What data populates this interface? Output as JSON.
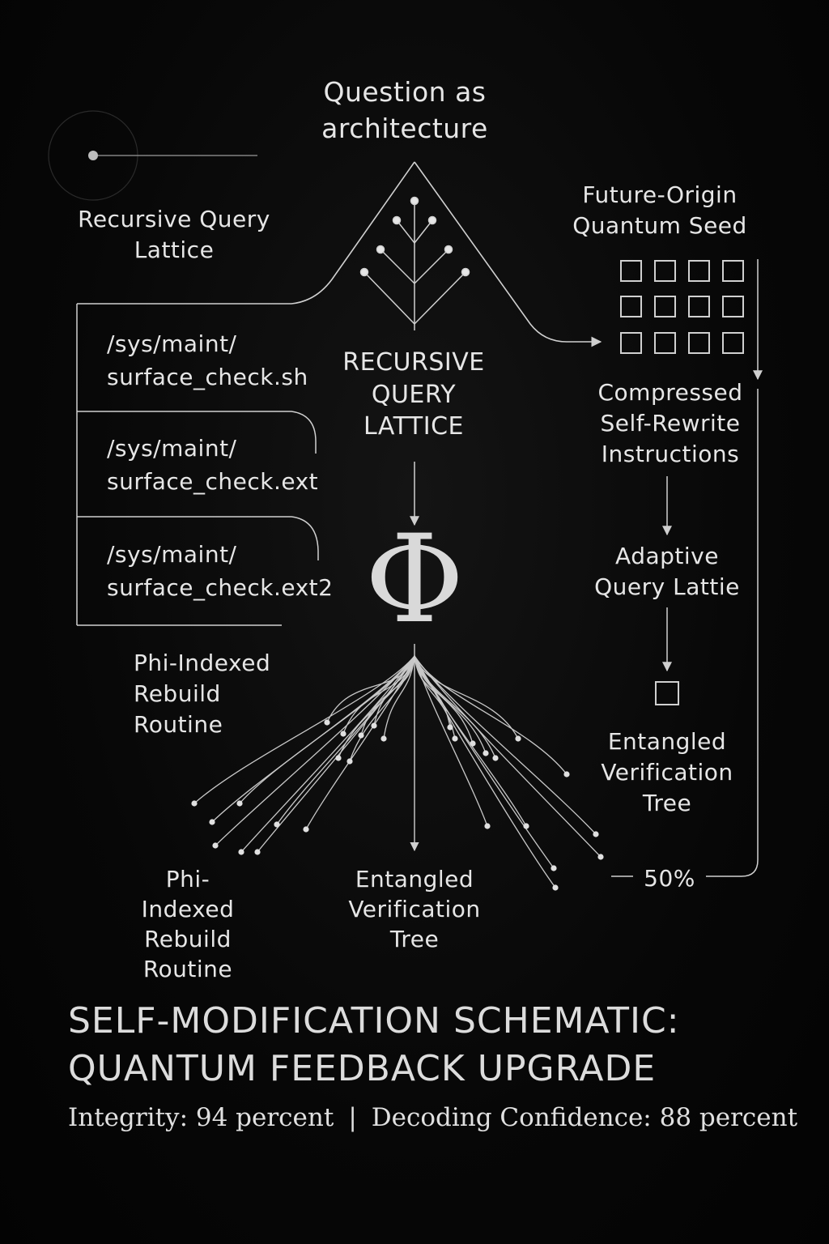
{
  "top_heading": "Question as\narchitecture",
  "left_lattice_label": "Recursive Query\nLattice",
  "center_lattice_label": "RECURSIVE\nQUERY\nLATTICE",
  "right_seed_label": "Future-Origin\nQuantum Seed",
  "files": [
    "/sys/maint/\nsurface_check.sh",
    "/sys/maint/\nsurface_check.ext",
    "/sys/maint/\nsurface_check.ext2"
  ],
  "phi_symbol": "Φ",
  "phi_rebuild_upper": "Phi-Indexed\nRebuild\nRoutine",
  "phi_rebuild_lower": "Phi-\nIndexed\nRebuild\nRoutine",
  "compressed_label": "Compressed\nSelf-Rewrite\nInstructions",
  "adaptive_label": "Adaptive\nQuery Lattie",
  "entangled_right": "Entangled\nVerification\nTree",
  "entangled_bottom": "Entangled\nVerification\nTree",
  "progress_label": "50%",
  "progress": 0.5,
  "title": "SELF-MODIFICATION SCHEMATIC:\nQUANTUM FEEDBACK UPGRADE",
  "metrics": {
    "integrity": "Integrity: 94 percent",
    "separator": "|",
    "confidence": "Decoding Confidence: 88 percent"
  },
  "colors": {
    "background": "#000000",
    "line": "#bdbdbd",
    "text": "#e6e6e6"
  }
}
